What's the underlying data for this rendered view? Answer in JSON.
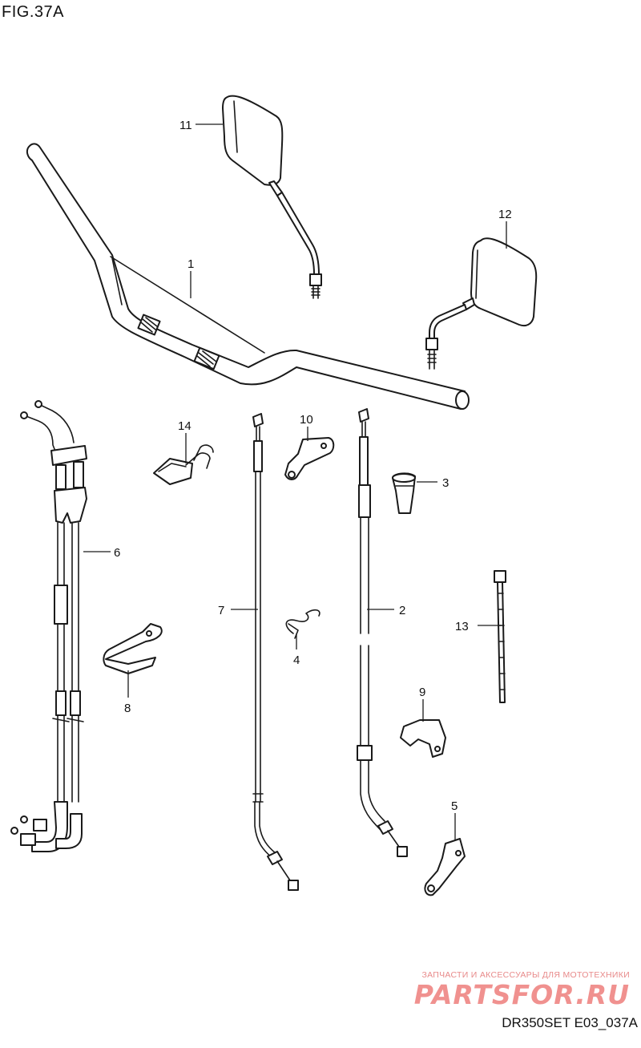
{
  "figure": {
    "title": "FIG.37A",
    "code": "DR350SET E03_037A"
  },
  "watermark": {
    "caption": "ЗАПЧАСТИ И АКСЕССУАРЫ ДЛЯ МОТОТЕХНИКИ",
    "logo": "PARTSFOR.RU"
  },
  "callouts": {
    "c1": "1",
    "c2": "2",
    "c3": "3",
    "c4": "4",
    "c5": "5",
    "c6": "6",
    "c7": "7",
    "c8": "8",
    "c9": "9",
    "c10": "10",
    "c11": "11",
    "c12": "12",
    "c13": "13",
    "c14": "14"
  }
}
